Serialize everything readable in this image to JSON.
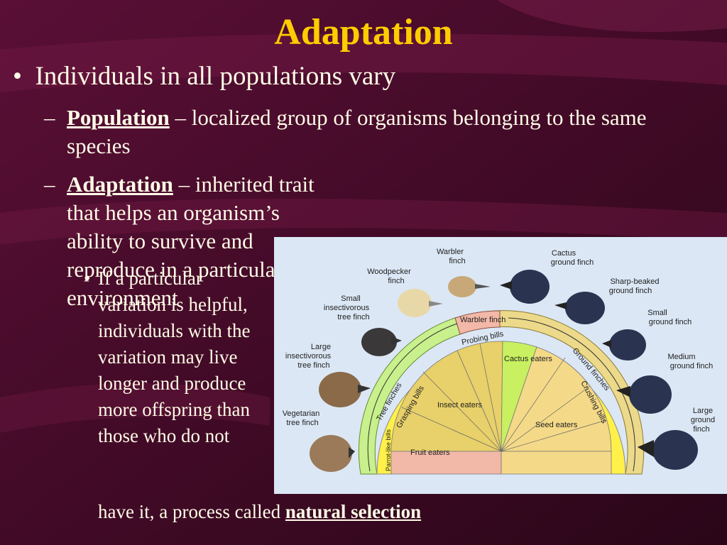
{
  "slide": {
    "title": "Adaptation",
    "bullet1": "Individuals in all populations vary",
    "sub1_term": "Population",
    "sub1_text": " – localized group of organisms belonging to the same species",
    "sub2_term": "Adaptation",
    "sub2_text": " – inherited trait that helps an organism’s ability to survive and reproduce in a particular environment",
    "sub2_bullet_text": "If a particular variation is helpful, individuals with the variation may live longer and produce more offspring than those who do not",
    "last_line_text": "have it, a process called ",
    "last_line_term": "natural selection"
  },
  "diagram": {
    "birds": {
      "warbler": "Warbler finch",
      "cactus": "Cactus ground finch",
      "woodpecker": "Woodpecker finch",
      "sharp": "Sharp-beaked ground finch",
      "small_insect": "Small insectivorous tree finch",
      "small_ground": "Small ground finch",
      "large_insect": "Large insectivorous tree finch",
      "medium_ground": "Medium ground finch",
      "vegetarian": "Vegetarian tree finch",
      "large_ground": "Large ground finch"
    },
    "segments": {
      "warbler": "Warbler finch",
      "probing": "Probing bills",
      "cactus_eaters": "Cactus eaters",
      "tree_finches": "Tree finches",
      "grasping": "Grasping bills",
      "insect_eaters": "Insect eaters",
      "ground_finches": "Ground finches",
      "crushing": "Crushing bills",
      "seed_eaters": "Seed eaters",
      "parrot": "Parrot-like bills",
      "fruit_eaters": "Fruit eaters"
    },
    "colors": {
      "tree_band": "#c8f08c",
      "ground_band": "#ecd98a",
      "bill_band": "#fff04a",
      "insect": "#e8d06a",
      "seed": "#f4d988",
      "cactus": "#c8f060",
      "fruit": "#f2b8a8"
    }
  }
}
